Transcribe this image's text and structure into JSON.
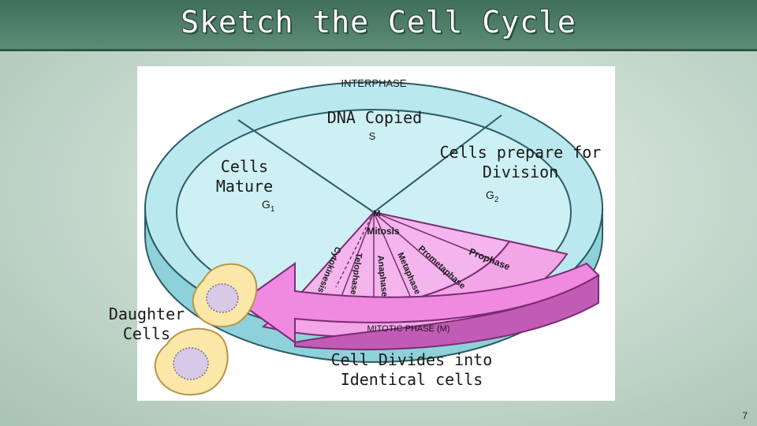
{
  "slide": {
    "title": "Sketch the Cell Cycle",
    "page_number": "7"
  },
  "diagram": {
    "interphase_label": "INTERPHASE",
    "phase_s": "S",
    "phase_g1": "G",
    "phase_g1_sub": "1",
    "phase_g2": "G",
    "phase_g2_sub": "2",
    "phase_m": "M",
    "mitosis_label": "Mitosis",
    "mitotic_phase_label": "MITOTIC PHASE (M)",
    "stages": [
      "Prophase",
      "Prometaphase",
      "Metaphase",
      "Anaphase",
      "Telophase",
      "Cytokinesis"
    ]
  },
  "annotations": {
    "dna_copied": "DNA Copied",
    "cells_prepare_line1": "Cells prepare for",
    "cells_prepare_line2": "Division",
    "cells_mature_line1": "Cells",
    "cells_mature_line2": "Mature",
    "daughter_cells_line1": "Daughter",
    "daughter_cells_line2": "Cells",
    "cell_divides_line1": "Cell Divides into",
    "cell_divides_line2": "Identical cells"
  },
  "colors": {
    "ring_blue": "#b9e8ee",
    "ring_outline": "#2c5c66",
    "mitotic_pink": "#f4b4ec",
    "mitotic_outline": "#7a2c72",
    "cell_fill": "#fbe7a8",
    "nucleus": "#d8c9e6"
  }
}
